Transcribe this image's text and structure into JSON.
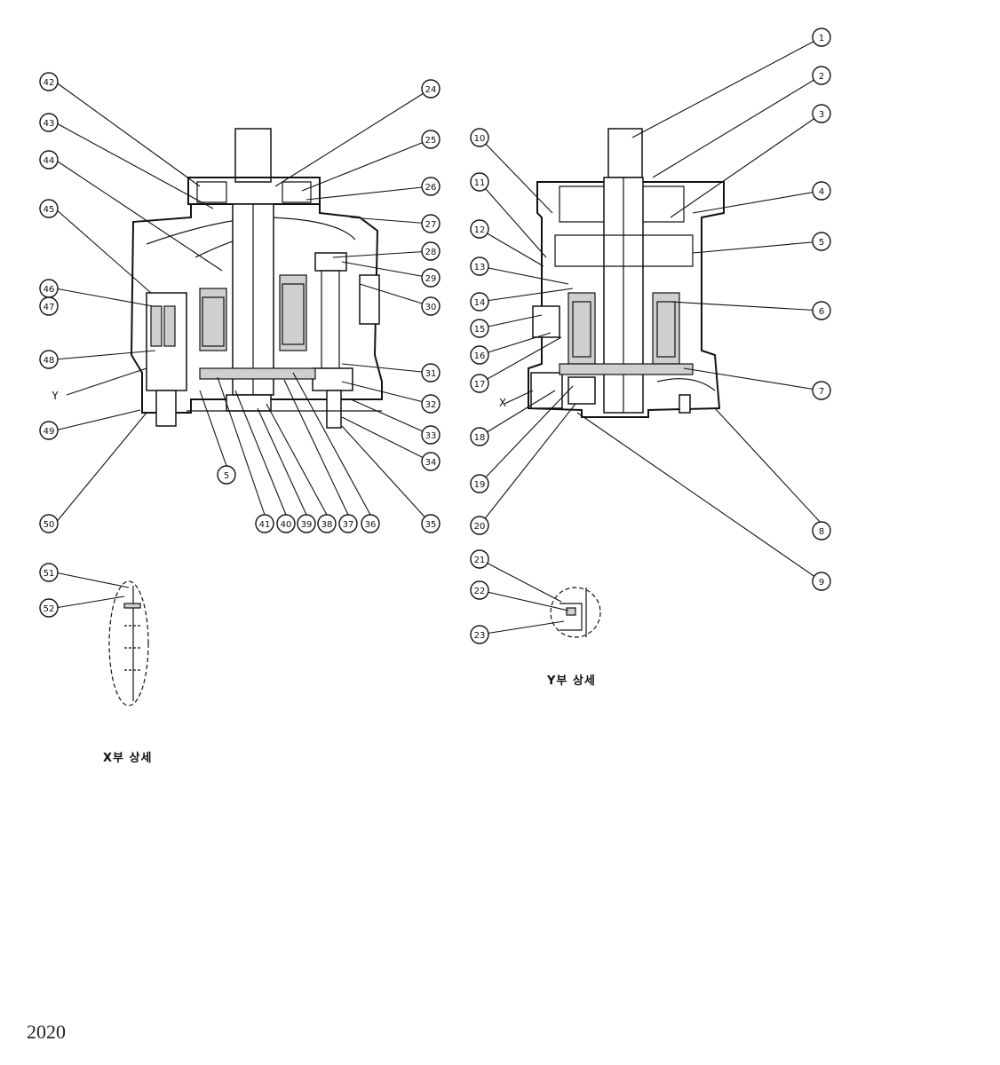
{
  "diagram": {
    "left_view": {
      "balloons": [
        "42",
        "43",
        "44",
        "45",
        "46",
        "47",
        "48",
        "Y",
        "49",
        "50",
        "24",
        "25",
        "26",
        "27",
        "28",
        "29",
        "30",
        "31",
        "32",
        "33",
        "34",
        "35",
        "36",
        "37",
        "38",
        "39",
        "40",
        "41",
        "5"
      ]
    },
    "right_view": {
      "balloons": [
        "1",
        "2",
        "3",
        "4",
        "5",
        "6",
        "7",
        "8",
        "9",
        "10",
        "11",
        "12",
        "13",
        "14",
        "15",
        "16",
        "17",
        "X",
        "18",
        "19",
        "20"
      ]
    },
    "detail_x": {
      "balloons": [
        "51",
        "52"
      ],
      "caption": "X부 상세"
    },
    "detail_y": {
      "balloons": [
        "21",
        "22",
        "23"
      ],
      "caption": "Y부 상세"
    }
  },
  "page_number": "2020"
}
